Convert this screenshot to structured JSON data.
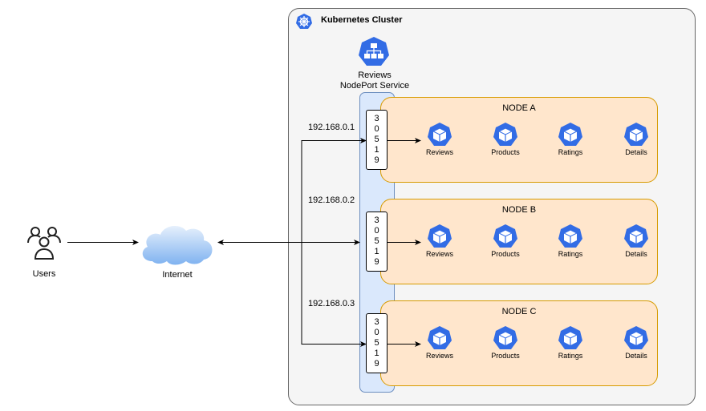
{
  "cluster": {
    "title": "Kubernetes Cluster",
    "icon": "kubernetes-helm-icon"
  },
  "service": {
    "label_line1": "Reviews",
    "label_line2": "NodePort Service",
    "icon": "service-hierarchy-icon"
  },
  "external": {
    "users_label": "Users",
    "internet_label": "Internet"
  },
  "port": {
    "digits": [
      "3",
      "0",
      "5",
      "1",
      "9"
    ],
    "value": "30519"
  },
  "nodes": [
    {
      "title": "NODE A",
      "ip": "192.168.0.1",
      "pods": [
        "Reviews",
        "Products",
        "Ratings",
        "Details"
      ]
    },
    {
      "title": "NODE B",
      "ip": "192.168.0.2",
      "pods": [
        "Reviews",
        "Products",
        "Ratings",
        "Details"
      ]
    },
    {
      "title": "NODE C",
      "ip": "192.168.0.3",
      "pods": [
        "Reviews",
        "Products",
        "Ratings",
        "Details"
      ]
    }
  ],
  "colors": {
    "cluster_fill": "#f5f5f5",
    "service_fill": "#dae8fc",
    "service_stroke": "#6c8ebf",
    "node_fill": "#ffe6cc",
    "node_stroke": "#d79b00",
    "k8s_blue": "#326ce5"
  }
}
